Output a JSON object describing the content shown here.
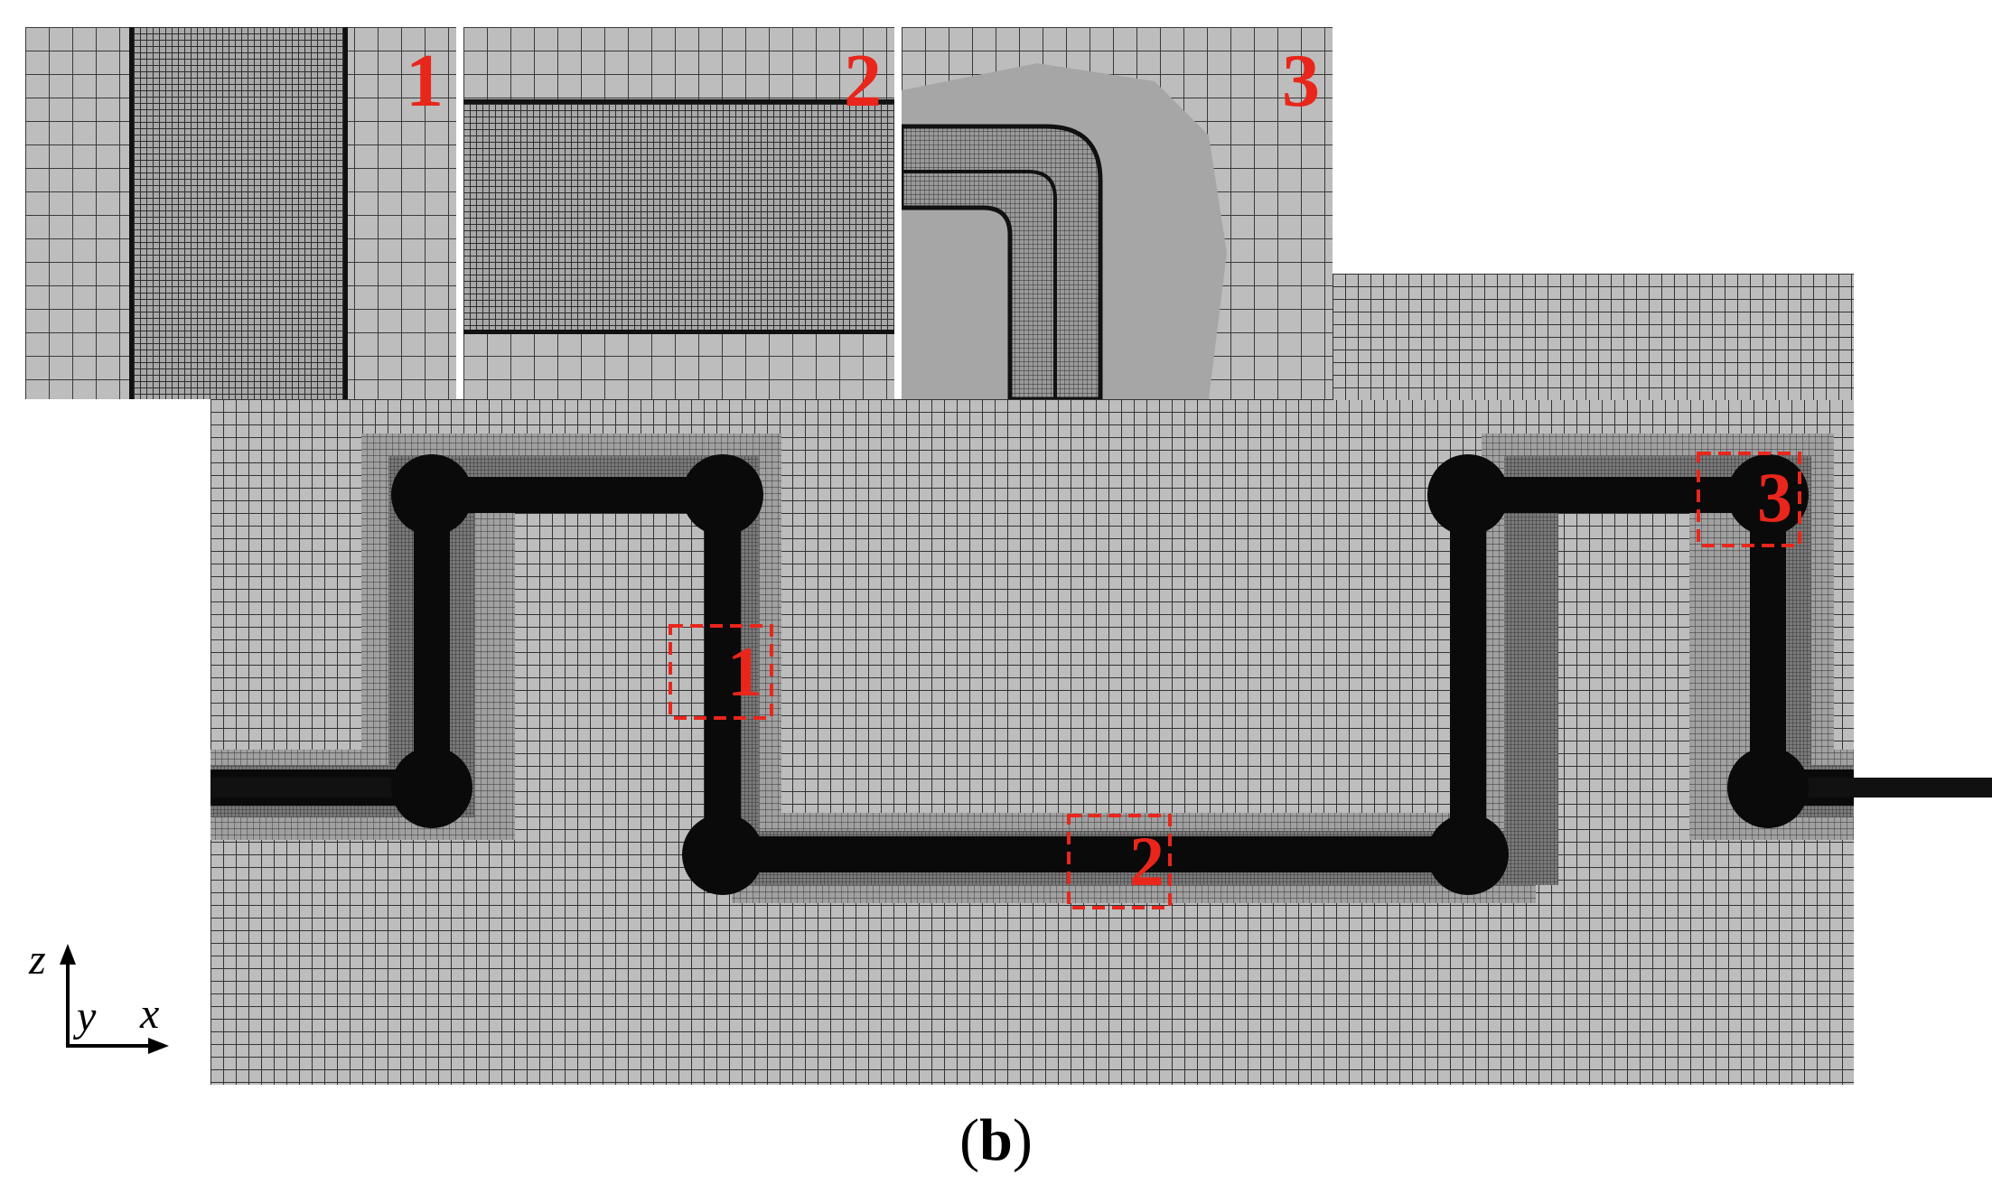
{
  "figure": {
    "caption_letter": "b",
    "caption_open": "(",
    "caption_close": ")"
  },
  "insets": [
    {
      "label": "1"
    },
    {
      "label": "2"
    },
    {
      "label": "3"
    }
  ],
  "detail_boxes": [
    {
      "label": "1"
    },
    {
      "label": "2"
    },
    {
      "label": "3"
    }
  ],
  "axes": {
    "vertical": "z",
    "depth": "y",
    "horizontal": "x"
  },
  "colors": {
    "label_red": "#e8261c",
    "pipe": "#0a0a0a",
    "mesh_background": "#bdbdbd"
  }
}
